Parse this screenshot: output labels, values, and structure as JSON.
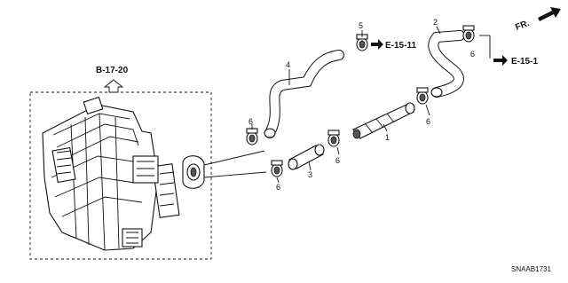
{
  "refs": {
    "b_17_20": "B-17-20",
    "e_15_11": "E-15-11",
    "e_15_1": "E-15-1",
    "fr": "FR."
  },
  "callouts": {
    "c1": "1",
    "c2": "2",
    "c3": "3",
    "c4": "4",
    "c5": "5",
    "c6a": "6",
    "c6b": "6",
    "c6c": "6",
    "c6d": "6",
    "c6e": "6"
  },
  "diagram_code": "SNAAB1731"
}
